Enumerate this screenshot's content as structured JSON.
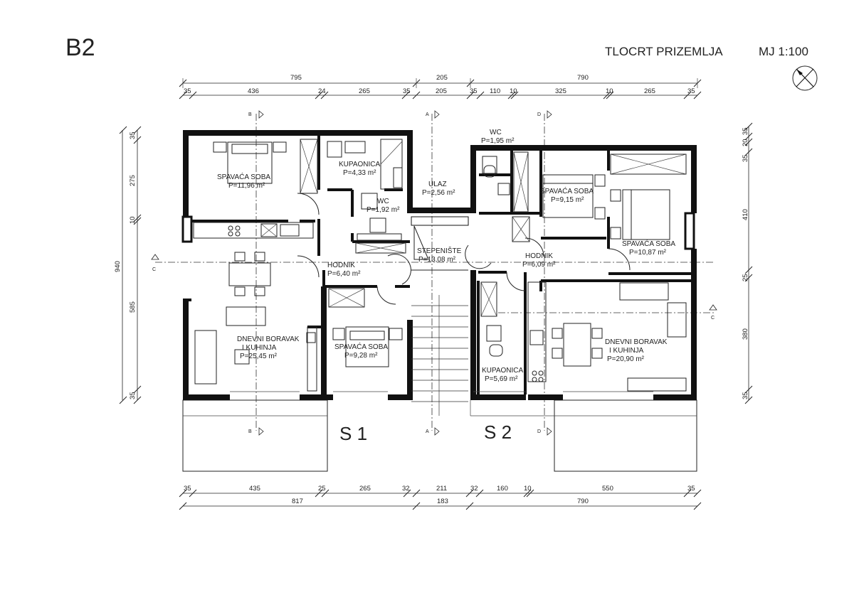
{
  "sheet": {
    "code": "B2",
    "title": "TLOCRT PRIZEMLJA",
    "scale": "MJ 1:100"
  },
  "apartments": {
    "s1": "S 1",
    "s2": "S 2"
  },
  "rooms": [
    {
      "id": "r1",
      "name": "SPAVAĆA SOBA",
      "area": "P=11,96 m²"
    },
    {
      "id": "r2",
      "name": "KUPAONICA",
      "area": "P=4,33 m²"
    },
    {
      "id": "r3",
      "name": "WC",
      "area": "P=1,92 m²"
    },
    {
      "id": "r4",
      "name": "ULAZ",
      "area": "P=2,56 m²"
    },
    {
      "id": "r5",
      "name": "STEPENIŠTE",
      "area": "P=13,08 m²"
    },
    {
      "id": "r6",
      "name": "HODNIK",
      "area": "P=6,40 m²"
    },
    {
      "id": "r7",
      "name": "DNEVNI BORAVAK",
      "name2": "I KUHINJA",
      "area": "P=25,45 m²"
    },
    {
      "id": "r8",
      "name": "SPAVAĆA SOBA",
      "area": "P=9,28 m²"
    },
    {
      "id": "r9",
      "name": "WC",
      "area": "P=1,95 m²"
    },
    {
      "id": "r10",
      "name": "SPAVAĆA SOBA",
      "area": "P=9,15 m²"
    },
    {
      "id": "r11",
      "name": "SPAVAĆA SOBA",
      "area": "P=10,87 m²"
    },
    {
      "id": "r12",
      "name": "HODNIK",
      "area": "P=6,09 m²"
    },
    {
      "id": "r13",
      "name": "KUPAONICA",
      "area": "P=5,69 m²"
    },
    {
      "id": "r14",
      "name": "DNEVNI BORAVAK",
      "name2": "I KUHINJA",
      "area": "P=20,90 m²"
    }
  ],
  "dimensions": {
    "top_overall": [
      "795",
      "205",
      "790"
    ],
    "top_detail": [
      "35",
      "436",
      "24",
      "265",
      "35",
      "205",
      "35",
      "110",
      "10",
      "325",
      "10",
      "265",
      "35"
    ],
    "bottom_detail": [
      "35",
      "435",
      "25",
      "265",
      "32",
      "211",
      "32",
      "160",
      "10",
      "550",
      "35"
    ],
    "bottom_overall": [
      "817",
      "183",
      "790"
    ],
    "left": [
      "35",
      "275",
      "10",
      "940",
      "585",
      "35"
    ],
    "right": [
      "35",
      "20",
      "35",
      "410",
      "25",
      "380",
      "35"
    ]
  },
  "section_marks": {
    "a": "A",
    "b": "B",
    "c": "C",
    "d": "D"
  }
}
